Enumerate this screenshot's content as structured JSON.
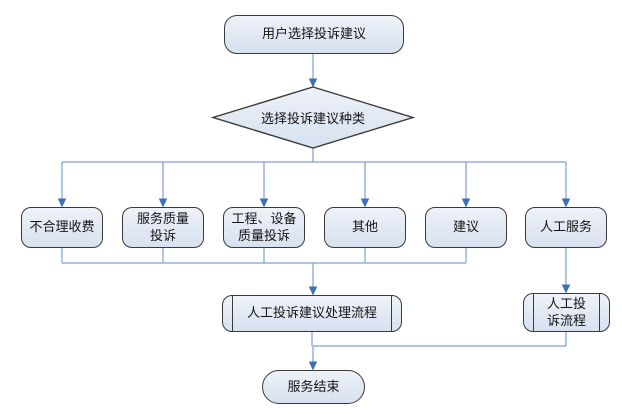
{
  "diagram": {
    "type": "flowchart",
    "background": "#ffffff",
    "colors": {
      "line": "#7da0cf",
      "arrow": "#3f6fb5",
      "node_border": "#3a3a3a",
      "node_fill_top": "#eef2f9",
      "node_fill_bottom": "#d7e1ef",
      "text": "#141414"
    },
    "nodes": {
      "start": {
        "type": "terminator",
        "label": "用户选择投诉建议"
      },
      "decision": {
        "type": "decision",
        "label": "选择投诉建议种类"
      },
      "cat_fee": {
        "type": "process",
        "label": "不合理收费"
      },
      "cat_service": {
        "type": "process",
        "label": "服务质量\n投诉"
      },
      "cat_equipment": {
        "type": "process",
        "label": "工程、设备\n质量投诉"
      },
      "cat_other": {
        "type": "process",
        "label": "其他"
      },
      "cat_suggest": {
        "type": "process",
        "label": "建议"
      },
      "cat_manual": {
        "type": "process",
        "label": "人工服务"
      },
      "process_main": {
        "type": "predefined_process",
        "label": "人工投诉建议处理流程"
      },
      "process_manual": {
        "type": "predefined_process",
        "label": "人工投\n诉流程"
      },
      "end": {
        "type": "terminator",
        "label": "服务结束"
      }
    },
    "edges": [
      {
        "from": "start",
        "to": "decision"
      },
      {
        "from": "decision",
        "to": "cat_fee"
      },
      {
        "from": "decision",
        "to": "cat_service"
      },
      {
        "from": "decision",
        "to": "cat_equipment"
      },
      {
        "from": "decision",
        "to": "cat_other"
      },
      {
        "from": "decision",
        "to": "cat_suggest"
      },
      {
        "from": "decision",
        "to": "cat_manual"
      },
      {
        "from": "cat_fee",
        "to": "process_main"
      },
      {
        "from": "cat_service",
        "to": "process_main"
      },
      {
        "from": "cat_equipment",
        "to": "process_main"
      },
      {
        "from": "cat_other",
        "to": "process_main"
      },
      {
        "from": "cat_suggest",
        "to": "process_main"
      },
      {
        "from": "cat_manual",
        "to": "process_manual"
      },
      {
        "from": "process_main",
        "to": "end"
      },
      {
        "from": "process_manual",
        "to": "end"
      }
    ]
  }
}
